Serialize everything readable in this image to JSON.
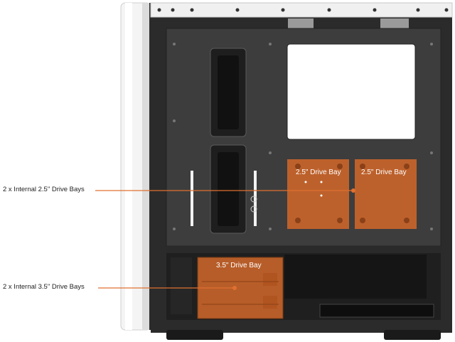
{
  "callouts": {
    "internal_25": "2 x Internal 2.5\" Drive Bays",
    "internal_35": "2 x Internal 3.5\" Drive Bays"
  },
  "bays": {
    "bay_25_left": "2.5\" Drive Bay",
    "bay_25_right": "2.5\" Drive Bay",
    "bay_35": "3.5\" Drive Bay"
  },
  "colors": {
    "highlight": "#c8642a",
    "callout_line": "#e07030",
    "case_frame": "#2b2b2b",
    "case_panel": "#3a3a3a",
    "front_panel": "#f2f2f2"
  }
}
